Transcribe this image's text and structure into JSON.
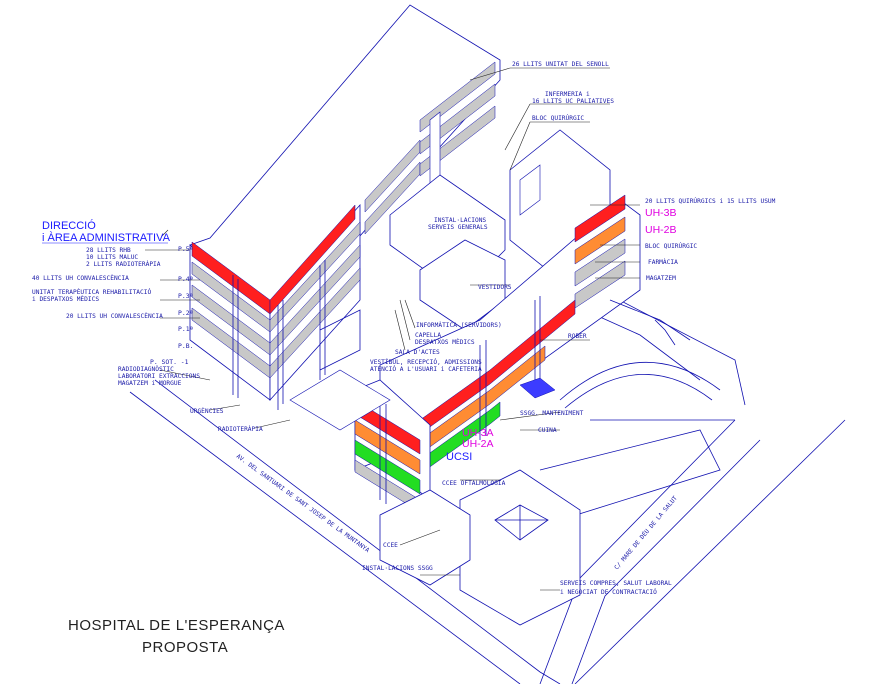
{
  "title": {
    "line1": "HOSPITAL DE L'ESPERANÇA",
    "line2": "PROPOSTA"
  },
  "direccio": {
    "line1": "DIRECCIÓ",
    "line2": "i ÀREA ADMINISTRATIVA"
  },
  "left_labels": {
    "l1": "28 LLITS RHB",
    "l2": "10 LLITS MALUC",
    "l3": "2 LLITS RADIOTERÀPIA",
    "l4": "40 LLITS UH CONVALESCÈNCIA",
    "l5": "UNITAT TERAPÈUTICA REHABILITACIÓ",
    "l6": "i DESPATXOS MÈDICS",
    "l7": "20 LLITS UH CONVALESCÈNCIA",
    "l8": "RADIODIAGNÒSTIC",
    "l9": "LABORATORI EXTRACCIONS",
    "l10": "MAGATZEM i MORGUE",
    "urg": "URGÈNCIES",
    "radio": "RADIOTERÀPIA"
  },
  "floors": {
    "p5": "P.5ª",
    "p4": "P.4ª",
    "p3": "P.3ª",
    "p2": "P.2ª",
    "p1": "P.1ª",
    "pb": "P.B.",
    "psot": "P. SOT. -1"
  },
  "top_labels": {
    "senoll": "26 LLITS UNITAT DEL SENOLL",
    "inf1": "INFERMERIA i",
    "inf2": "16 LLITS UC PALIATIVES",
    "bloc": "BLOC QUIRÚRGIC",
    "inst1": "INSTAL·LACIONS",
    "inst2": "SERVEIS GENERALS",
    "vest": "VESTIDORS",
    "informatica": "INFORMÀTICA (SERVIDORS)",
    "capella1": "CAPELLA",
    "capella2": "DESPATXOS MÈDICS",
    "sala": "SALA D'ACTES",
    "vestibul1": "VESTÍBUL, RECEPCIÓ, ADMISSIONS",
    "vestibul2": "ATENCIÓ A L'USUARI i CAFETERIA"
  },
  "right_labels": {
    "quir": "20 LLITS QUIRÚRGICS i 15 LLITS USUM",
    "uh3b": "UH-3B",
    "uh2b": "UH-2B",
    "bloc2": "BLOC QUIRÚRGIC",
    "farmacia": "FARMÀCIA",
    "magatzem": "MAGATZEM",
    "rober": "ROBER",
    "manteniment": "SSGG. MANTENIMENT",
    "cuina": "CUINA",
    "uh3a": "UH-3A",
    "uh2a": "UH-2A",
    "ucsi": "UCSI",
    "ccee": "CCEE OFTALMOLOGIA",
    "ccee2": "CCEE",
    "inst_sg": "INSTAL·LACIONS SSGG",
    "serveis1": "SERVEIS COMPRES, SALUT LABORAL",
    "serveis2": "i NEGOCIAT DE CONTRACTACIÓ"
  },
  "streets": {
    "av": "AV. DEL SANTUARI DE SANT JOSEP DE LA MUNTANYA",
    "c": "C/ MARE DE DÉU DE LA SALUT"
  },
  "colors": {
    "line": "#1010b0",
    "red": "#ff1f1f",
    "orange": "#ff8c33",
    "green": "#22dd22",
    "gray": "#c8c8c8",
    "magenta": "#e000e0",
    "label_blue": "#1a1aff"
  }
}
